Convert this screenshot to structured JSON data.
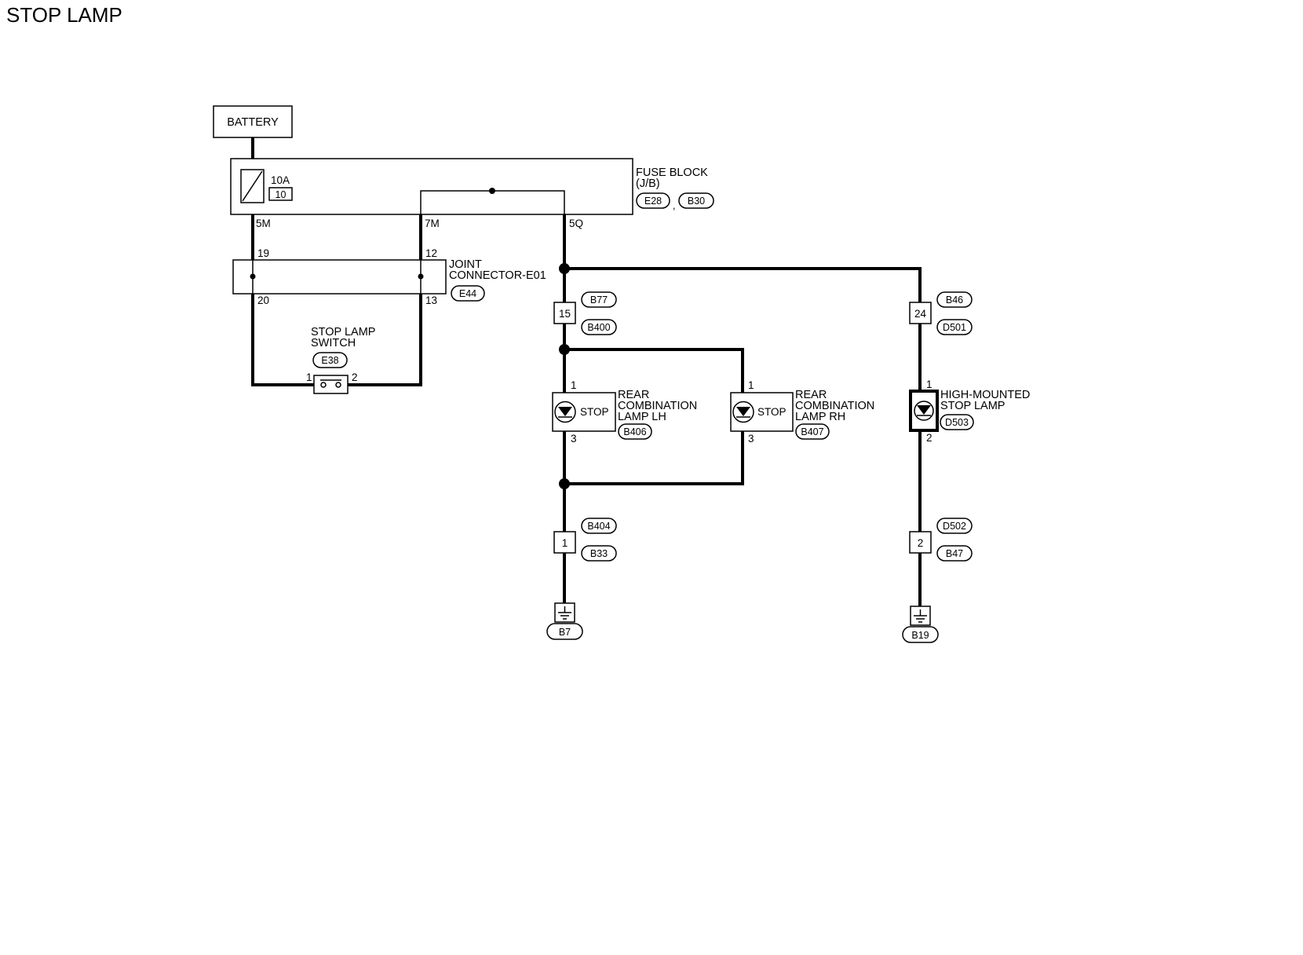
{
  "title": "STOP LAMP",
  "battery": "BATTERY",
  "fuse": {
    "rating": "10A",
    "number": "10"
  },
  "fuse_block": {
    "line1": "FUSE BLOCK",
    "line2": "(J/B)",
    "conn1": "E28",
    "separator": ",",
    "conn2": "B30"
  },
  "joint_connector": {
    "line1": "JOINT",
    "line2": "CONNECTOR-E01",
    "conn": "E44"
  },
  "stop_lamp_switch": {
    "line1": "STOP LAMP",
    "line2": "SWITCH",
    "conn": "E38",
    "pin1": "1",
    "pin2": "2"
  },
  "pins": {
    "fb_5m": "5M",
    "fb_7m": "7M",
    "fb_5q": "5Q",
    "jc_19": "19",
    "jc_12": "12",
    "jc_20": "20",
    "jc_13": "13"
  },
  "in_line_left_top": {
    "pin": "15",
    "conn_upper": "B77",
    "conn_lower": "B400"
  },
  "in_line_right_top": {
    "pin": "24",
    "conn_upper": "B46",
    "conn_lower": "D501"
  },
  "in_line_left_bottom": {
    "pin": "1",
    "conn_upper": "B404",
    "conn_lower": "B33"
  },
  "in_line_right_bottom": {
    "pin": "2",
    "conn_upper": "D502",
    "conn_lower": "B47"
  },
  "lamp_lh": {
    "inner": "STOP",
    "line1": "REAR",
    "line2": "COMBINATION",
    "line3": "LAMP LH",
    "conn": "B406",
    "pin_top": "1",
    "pin_bottom": "3"
  },
  "lamp_rh": {
    "inner": "STOP",
    "line1": "REAR",
    "line2": "COMBINATION",
    "line3": "LAMP RH",
    "conn": "B407",
    "pin_top": "1",
    "pin_bottom": "3"
  },
  "lamp_high": {
    "line1": "HIGH-MOUNTED",
    "line2": "STOP LAMP",
    "conn": "D503",
    "pin_top": "1",
    "pin_bottom": "2"
  },
  "ground_left": "B7",
  "ground_right": "B19"
}
